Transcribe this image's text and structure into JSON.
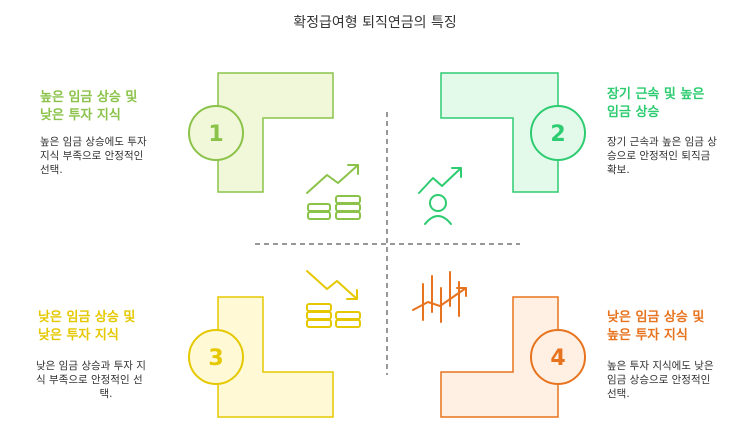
{
  "title": "확정급여형 퇴직연금의 특징",
  "colors": {
    "green": "#8BC34A",
    "green_fill": "#F1F8D9",
    "teal": "#2ECC71",
    "teal_fill": "#E3FAEB",
    "yellow": "#E5C800",
    "yellow_fill": "#FFF9D6",
    "orange": "#E8731E",
    "orange_fill": "#FFF0E3"
  },
  "quadrants": [
    {
      "number": "1",
      "title_line1": "높은 임금 상승 및",
      "title_line2": "낮은 투자 지식",
      "desc_line1": "높은 임금 상승에도 투자",
      "desc_line2": "지식 부족으로 안정적인",
      "desc_line3": "선택.",
      "icon": "rising-chart-coins-icon"
    },
    {
      "number": "2",
      "title_line1": "장기 근속 및 높은",
      "title_line2": "임금 상승",
      "desc_line1": "장기 근속과 높은 임금 상",
      "desc_line2": "승으로 안정적인 퇴직금",
      "desc_line3": "확보.",
      "icon": "person-growth-icon"
    },
    {
      "number": "3",
      "title_line1": "낮은 임금 상승 및",
      "title_line2": "낮은 투자 지식",
      "desc_line1": "낮은 임금 상승과 투자 지",
      "desc_line2": "식 부족으로 안정적인 선",
      "desc_line3": "택.",
      "icon": "falling-chart-coins-icon"
    },
    {
      "number": "4",
      "title_line1": "낮은 임금 상승 및",
      "title_line2": "높은 투자 지식",
      "desc_line1": "높은 투자 지식에도 낮은",
      "desc_line2": "임금 상승으로 안정적인",
      "desc_line3": "선택.",
      "icon": "investment-chart-icon"
    }
  ]
}
